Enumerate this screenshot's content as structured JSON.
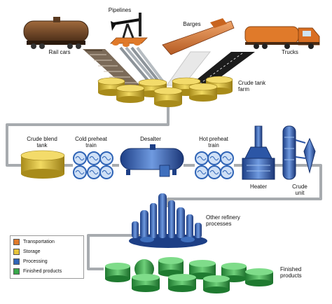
{
  "labels": {
    "rail_cars": "Rail cars",
    "pipelines": "Pipelines",
    "barges": "Barges",
    "trucks": "Trucks",
    "crude_tank_farm": "Crude tank farm",
    "crude_blend_tank": "Crude blend tank",
    "cold_preheat_train": "Cold preheat train",
    "desalter": "Desalter",
    "hot_preheat_train": "Hot preheat train",
    "heater": "Heater",
    "crude_unit": "Crude unit",
    "other_refinery_processes": "Other refinery processes",
    "finished_products": "Finished products"
  },
  "legend": [
    {
      "label": "Transportation",
      "color": "#e07a2a"
    },
    {
      "label": "Storage",
      "color": "#e8c43a"
    },
    {
      "label": "Processing",
      "color": "#2f64b6"
    },
    {
      "label": "Finished products",
      "color": "#38a84a"
    }
  ],
  "colors": {
    "pipe": "#a7abaf",
    "storage": "#e2c640",
    "processing": "#3f6fbd",
    "finished": "#3fae4d",
    "transport": "#d77a2d",
    "rail": "#6a4a2c"
  }
}
